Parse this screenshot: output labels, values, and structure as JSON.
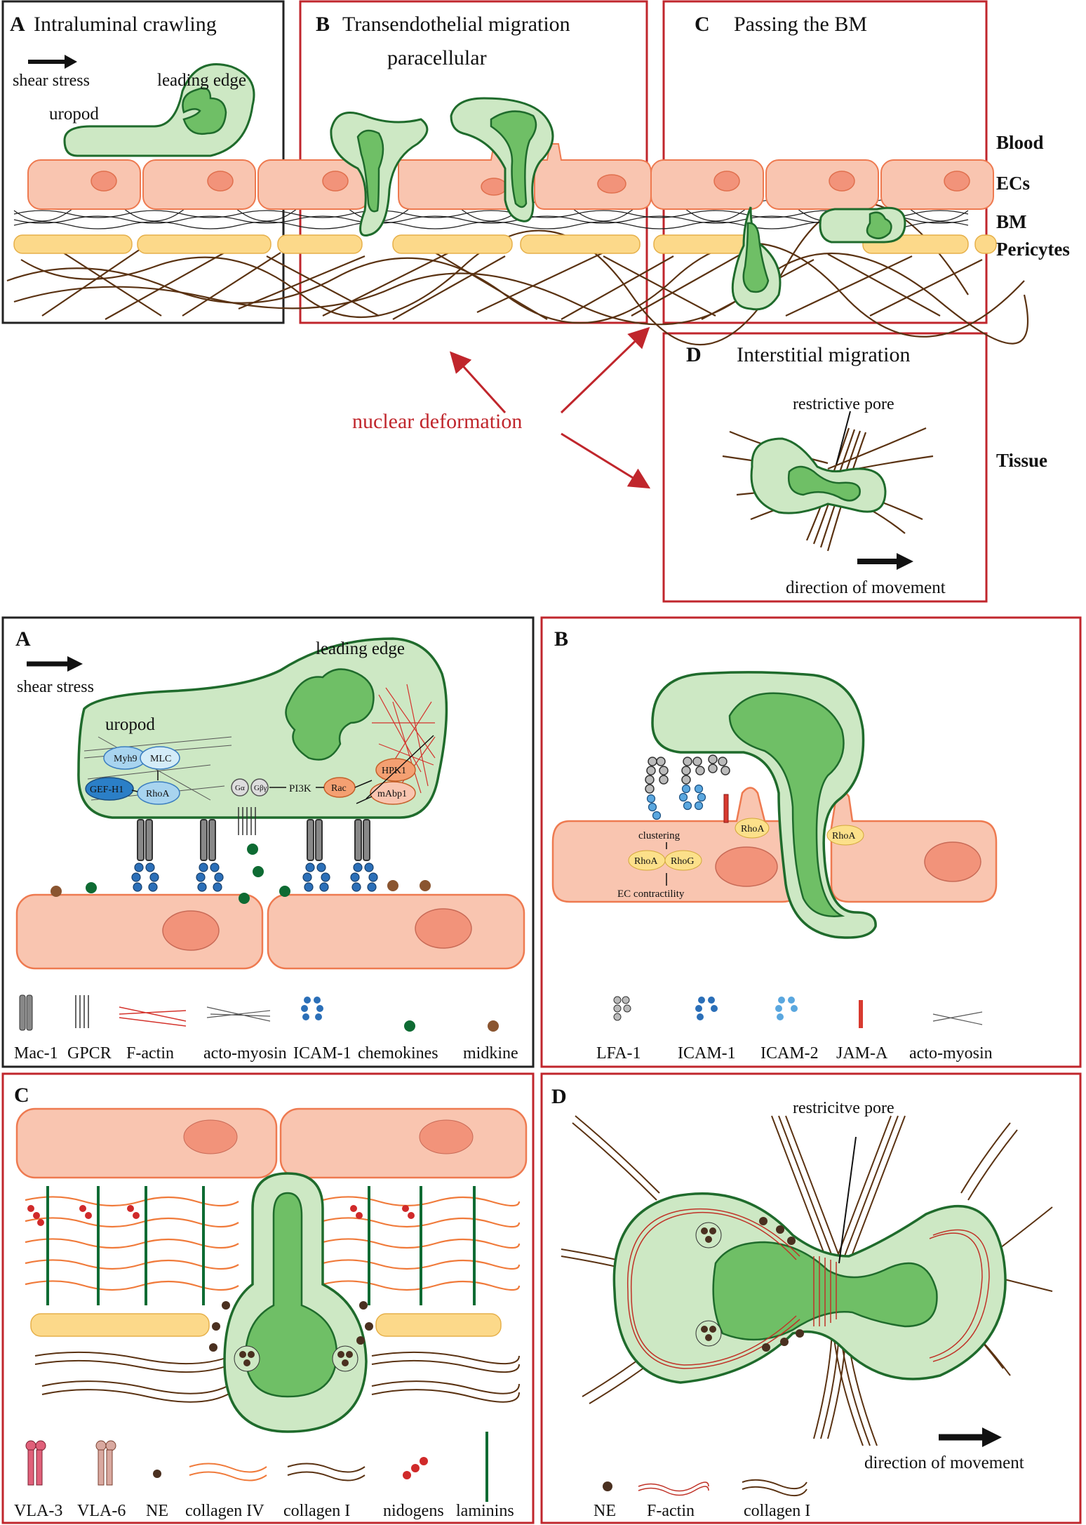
{
  "top": {
    "panel_a": {
      "letter": "A",
      "title": "Intraluminal crawling",
      "shear": "shear stress",
      "uropod": "uropod",
      "leading_edge": "leading edge"
    },
    "panel_b": {
      "letter": "B",
      "title": "Transendothelial migration",
      "subtitle": "paracellular"
    },
    "panel_c": {
      "letter": "C",
      "title": "Passing the BM"
    },
    "panel_d": {
      "letter": "D",
      "title": "Interstitial migration",
      "pore": "restrictive pore",
      "direction": "direction of movement"
    },
    "nuclear": "nuclear deformation",
    "side_labels": {
      "blood": "Blood",
      "ecs": "ECs",
      "bm": "BM",
      "pericytes": "Pericytes",
      "tissue": "Tissue"
    }
  },
  "bottom": {
    "panel_a": {
      "letter": "A",
      "shear": "shear stress",
      "leading_edge": "leading edge",
      "uropod": "uropod",
      "molecules": {
        "myh9": "Myh9",
        "mlc": "MLC",
        "gef": "GEF-H1",
        "rhoa": "RhoA",
        "ga": "Gα",
        "gbg": "Gβγ",
        "pi3k": "PI3K",
        "rac": "Rac",
        "hpk1": "HPK1",
        "mabp1": "mAbp1"
      },
      "legend": [
        "Mac-1",
        "GPCR",
        "F-actin",
        "acto-myosin",
        "ICAM-1",
        "chemokines",
        "midkine"
      ]
    },
    "panel_b": {
      "letter": "B",
      "clustering": "clustering",
      "rhoa": "RhoA",
      "rhog": "RhoG",
      "ec_contractility": "EC contractility",
      "legend": [
        "LFA-1",
        "ICAM-1",
        "ICAM-2",
        "JAM-A",
        "acto-myosin"
      ]
    },
    "panel_c": {
      "letter": "C",
      "legend": [
        "VLA-3",
        "VLA-6",
        "NE",
        "collagen IV",
        "collagen I",
        "nidogens",
        "laminins"
      ]
    },
    "panel_d": {
      "letter": "D",
      "pore": "restricitve pore",
      "direction": "direction of movement",
      "legend": [
        "NE",
        "F-actin",
        "collagen I"
      ]
    }
  },
  "colors": {
    "ec_fill": "#f9c5b0",
    "ec_stroke": "#ee7a50",
    "nucleus": "#f2937a",
    "cell_fill": "#cde8c4",
    "cell_stroke": "#1f6b2c",
    "cell_nucleus": "#6fbf66",
    "pericyte": "#fcd98a",
    "collagen": "#5a3212",
    "box_red": "#c0262c",
    "box_black": "#222222"
  }
}
